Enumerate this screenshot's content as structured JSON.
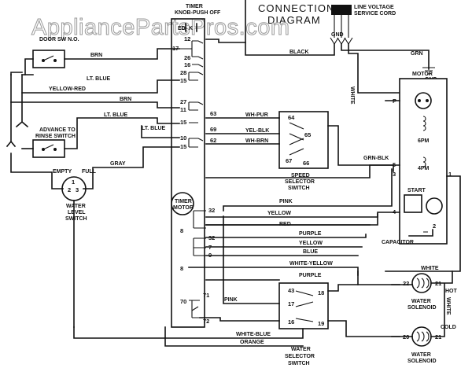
{
  "watermark": "AppliancePartsPros.com",
  "header": {
    "title_line1": "CONNECTION",
    "title_line2": "DIAGRAM",
    "cord_label_line1": "LINE VOLTAGE",
    "cord_label_line2": "SERVICE CORD"
  },
  "timer": {
    "title_line1": "TIMER",
    "title_line2": "KNOB-PUSH OFF",
    "edk": "ED- K",
    "motor_line1": "TIMER",
    "motor_line2": "MOTOR"
  },
  "components": {
    "door_switch": "DOOR SW N.O.",
    "advance_line1": "ADVANCE TO",
    "advance_line2": "RINSE SWITCH",
    "water_level_empty": "EMPTY",
    "water_level_full": "FULL",
    "water_level_line1": "WATER",
    "water_level_line2": "LEVEL",
    "water_level_line3": "SWITCH",
    "speed_line1": "SPEED",
    "speed_line2": "SELECTOR",
    "speed_line3": "SWITCH",
    "water_sel_line1": "WATER",
    "water_sel_line2": "SELECTOR",
    "water_sel_line3": "SWITCH",
    "motor": "MOTOR",
    "grn": "GRN",
    "gnd": "GND",
    "start": "START",
    "6pm": "6PM",
    "4pm": "4PM",
    "capacitor": "CAPACITOR",
    "hot_sol_line1": "WATER",
    "hot_sol_line2": "SOLENOID",
    "hot": "HOT",
    "cold_sol_line1": "WATER",
    "cold_sol_line2": "SOLENOID",
    "cold": "COLD"
  },
  "wires": {
    "black": "BLACK",
    "white_v": "WHITE",
    "brn1": "BRN",
    "brn2": "BRN",
    "lt_blue1": "LT. BLUE",
    "lt_blue2": "LT. BLUE",
    "lt_blue3": "LT. BLUE",
    "yellow_red": "YELLOW-RED",
    "gray": "GRAY",
    "wh_pur": "WH-PUR",
    "yel_blk": "YEL-BLK",
    "wh_brn": "WH-BRN",
    "grn_blk": "GRN-BLK",
    "pink1": "PINK",
    "pink2": "PINK",
    "yellow1": "YELLOW",
    "yellow2": "YELLOW",
    "red": "RED",
    "purple1": "PURPLE",
    "purple2": "PURPLE",
    "blue": "BLUE",
    "white_yellow": "WHITE-YELLOW",
    "white_blue": "WHITE-BLUE",
    "orange": "ORANGE",
    "white_r": "WHITE",
    "white_rv": "WHITE"
  },
  "terminals": {
    "t12": "12",
    "t17": "17",
    "t26": "26",
    "t16": "16",
    "t28": "28",
    "t15a": "15",
    "t27": "27",
    "t11": "11",
    "t15b": "15",
    "t10": "10",
    "t15c": "15",
    "t63": "63",
    "t69": "69",
    "t62": "62",
    "t64": "64",
    "t65": "65",
    "t67": "67",
    "t66": "66",
    "t32a": "32",
    "t8a": "8",
    "t32b": "32",
    "t7": "7",
    "t9": "9",
    "t8b": "8",
    "t70": "70",
    "t71": "71",
    "t72": "72",
    "t43": "43",
    "t18": "18",
    "t17b": "17",
    "t16b": "16",
    "t19": "19",
    "m_p": "P",
    "m_5": "5",
    "m_3": "3",
    "m_1": "1",
    "m_4": "4",
    "m_2": "2",
    "s22": "22",
    "s21a": "21",
    "s20": "20",
    "s21b": "21",
    "wl2": "2",
    "wl3": "3",
    "wl1": "1"
  }
}
